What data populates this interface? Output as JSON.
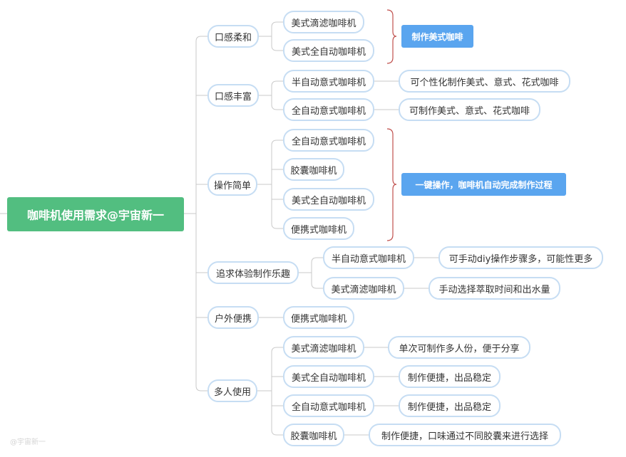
{
  "root": "咖啡机使用需求@宇宙新一",
  "categories": [
    "口感柔和",
    "口感丰富",
    "操作简单",
    "追求体验制作乐趣",
    "户外便携",
    "多人使用"
  ],
  "machines": [
    "美式滴滤咖啡机",
    "美式全自动咖啡机",
    "半自动意式咖啡机",
    "全自动意式咖啡机",
    "全自动意式咖啡机",
    "胶囊咖啡机",
    "美式全自动咖啡机",
    "便携式咖啡机",
    "半自动意式咖啡机",
    "美式滴滤咖啡机",
    "便携式咖啡机",
    "美式滴滤咖啡机",
    "美式全自动咖啡机",
    "全自动意式咖啡机",
    "胶囊咖啡机"
  ],
  "notes": [
    "可个性化制作美式、意式、花式咖啡",
    "可制作美式、意式、花式咖啡",
    "可手动diy操作步骤多，可能性更多",
    "手动选择萃取时间和出水量",
    "单次可制作多人份，便于分享",
    "制作便捷，出品稳定",
    "制作便捷，出品稳定",
    "制作便捷，口味通过不同胶囊来进行选择"
  ],
  "groups": [
    "制作美式咖啡",
    "一键操作，咖啡机自动完成制作过程"
  ],
  "watermark": "@宇宙新一",
  "colors": {
    "root": "#52be80",
    "group": "#5aa5ef",
    "node_border": "#c6ddf3",
    "connector": "#c9c9c9",
    "bracket": "#c0504d"
  }
}
